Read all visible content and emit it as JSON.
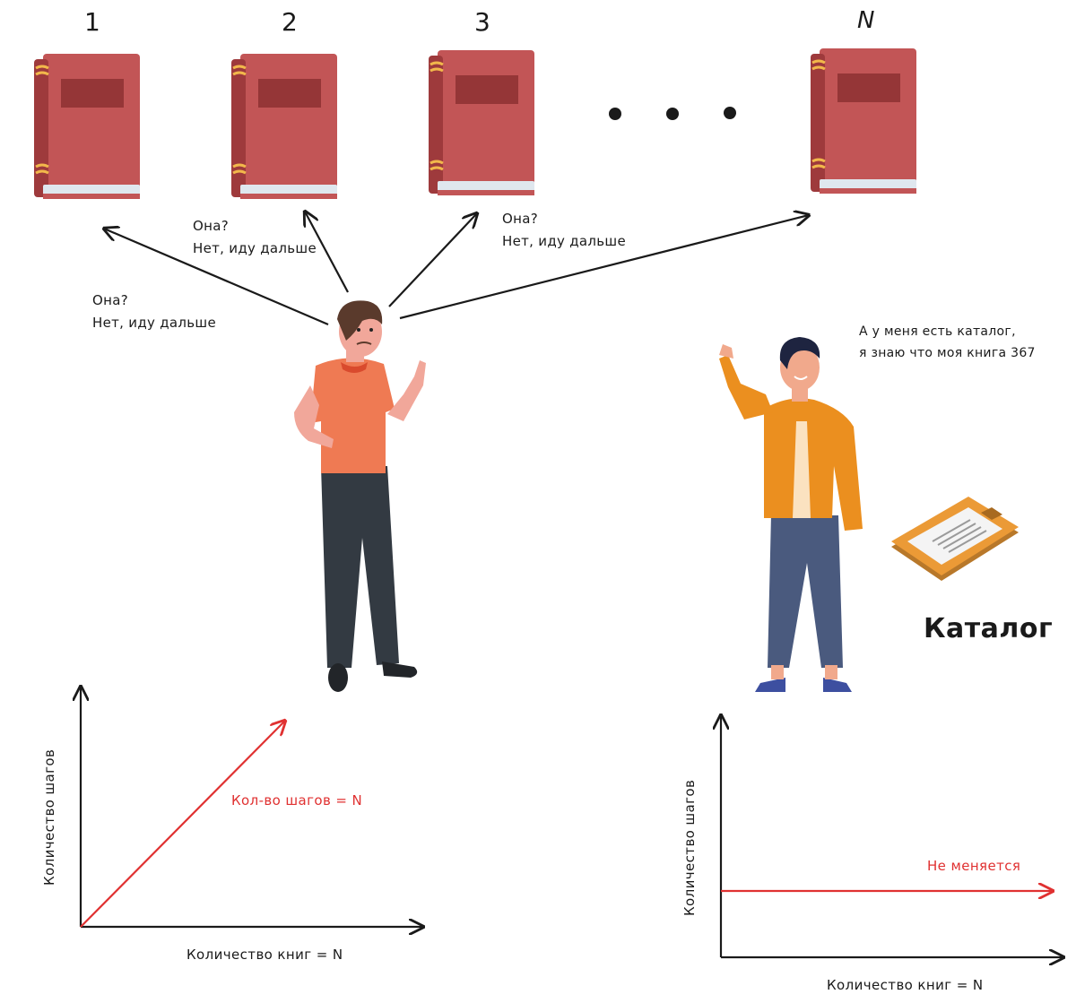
{
  "books": {
    "labels": [
      "1",
      "2",
      "3",
      "N"
    ],
    "color": "#c25556",
    "spine_color": "#9e3a3c",
    "pages_color": "#dfe7ee"
  },
  "bubbles": {
    "book1": [
      "Она?",
      "Нет, иду дальше"
    ],
    "book2": [
      "Она?",
      "Нет, иду дальше"
    ],
    "book3": [
      "Она?",
      "Нет, иду дальше"
    ],
    "catalog_person": [
      "А у меня есть каталог,",
      "я знаю что моя книга 367"
    ]
  },
  "catalog": {
    "title": "Каталог"
  },
  "charts": [
    {
      "type": "line",
      "ylabel": "Количество шагов",
      "xlabel": "Количество книг = N",
      "annotation": "Кол-во шагов = N",
      "trend": "linear-increasing",
      "color": "#e03131"
    },
    {
      "type": "line",
      "ylabel": "Количество шагов",
      "xlabel": "Количество книг = N",
      "annotation": "Не меняется",
      "trend": "constant",
      "color": "#e03131"
    }
  ],
  "colors": {
    "accent": "#e03131",
    "man_shirt": "#ef7a53",
    "man_pants": "#333a42",
    "woman_jacket": "#eb8f1f",
    "woman_pants": "#4a5a7e"
  }
}
